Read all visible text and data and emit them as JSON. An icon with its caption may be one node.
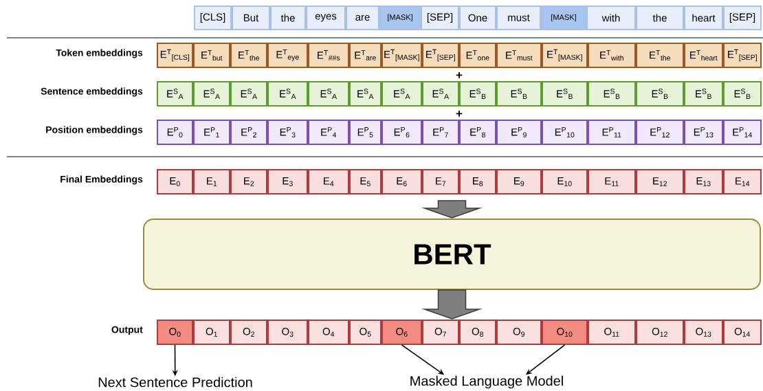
{
  "diagram": {
    "nodes": [
      {
        "text": [
          "[CLS]"
        ]
      },
      {
        "text": [
          "But"
        ]
      },
      {
        "text": [
          "the"
        ]
      },
      {
        "text": [
          "eyes"
        ]
      },
      {
        "text": [
          "are"
        ]
      },
      {
        "text": [
          "[MASK]"
        ]
      },
      {
        "text": [
          "[SEP]"
        ]
      },
      {
        "text": [
          "One"
        ]
      },
      {
        "text": [
          "must"
        ]
      },
      {
        "text": [
          "[MASK]"
        ]
      },
      {
        "text": [
          "with"
        ]
      },
      {
        "text": [
          "the"
        ]
      },
      {
        "text": [
          "heart"
        ]
      },
      {
        "text": [
          "[SEP]"
        ]
      },
      {
        "text": [
          "E$^{T}$$_{[CLS]}$"
        ]
      },
      {
        "text": [
          "E$^{T}$$_{but}$"
        ]
      },
      {
        "text": [
          "E$^{T}$$_{the}$"
        ]
      },
      {
        "text": [
          "E$^{T}$$_{eye}$"
        ]
      },
      {
        "text": [
          "E$^{T}$$_{##s}$"
        ]
      },
      {
        "text": [
          "E$^{T}$$_{are}$"
        ]
      },
      {
        "text": [
          "E$^{T}$$_{[MASK]}$"
        ]
      },
      {
        "text": [
          "E$^{T}$$_{[SEP]}$"
        ]
      },
      {
        "text": [
          "E$^{T}$$_{one}$"
        ]
      },
      {
        "text": [
          "E$^{T}$$_{must}$"
        ]
      },
      {
        "text": [
          "E$^{T}$$_{[MASK]}$"
        ]
      },
      {
        "text": [
          "E$^{T}$$_{with}$"
        ]
      },
      {
        "text": [
          "E$^{T}$$_{the}$"
        ]
      },
      {
        "text": [
          "E$^{T}$$_{heart}$"
        ]
      },
      {
        "text": [
          "E$^{T}$$_{[SEP]}$"
        ]
      },
      {
        "text": [
          "E$^{S}$$_{A}$"
        ]
      },
      {
        "text": [
          "E$^{S}$$_{A}$"
        ]
      },
      {
        "text": [
          "E$^{S}$$_{A}$"
        ]
      },
      {
        "text": [
          "E$^{S}$$_{A}$"
        ]
      },
      {
        "text": [
          "E$^{S}$$_{A}$"
        ]
      },
      {
        "text": [
          "E$^{S}$$_{A}$"
        ]
      },
      {
        "text": [
          "E$^{S}$$_{A}$"
        ]
      },
      {
        "text": [
          "E$^{S}$$_{A}$"
        ]
      },
      {
        "text": [
          "E$^{S}$$_{B}$"
        ]
      },
      {
        "text": [
          "E$^{S}$$_{B}$"
        ]
      },
      {
        "text": [
          "E$^{S}$$_{B}$"
        ]
      },
      {
        "text": [
          "E$^{S}$$_{B}$"
        ]
      },
      {
        "text": [
          "E$^{S}$$_{B}$"
        ]
      },
      {
        "text": [
          "E$^{S}$$_{B}$"
        ]
      },
      {
        "text": [
          "E$^{S}$$_{B}$"
        ]
      },
      {
        "text": [
          "E$^{P}$$_{0}$"
        ]
      },
      {
        "text": [
          "E$^{P}$$_{1}$"
        ]
      },
      {
        "text": [
          "E$^{P}$$_{2}$"
        ]
      },
      {
        "text": [
          "E$^{P}$$_{3}$"
        ]
      },
      {
        "text": [
          "E$^{P}$$_{4}$"
        ]
      },
      {
        "text": [
          "E$^{P}$$_{5}$"
        ]
      },
      {
        "text": [
          "E$^{P}$$_{6}$"
        ]
      },
      {
        "text": [
          "E$^{P}$$_{7}$"
        ]
      },
      {
        "text": [
          "E$^{P}$$_{8}$"
        ]
      },
      {
        "text": [
          "E$^{P}$$_{9}$"
        ]
      },
      {
        "text": [
          "E$^{P}$$_{10}$"
        ]
      },
      {
        "text": [
          "E$^{P}$$_{11}$"
        ]
      },
      {
        "text": [
          "E$^{P}$$_{12}$"
        ]
      },
      {
        "text": [
          "E$^{P}$$_{13}$"
        ]
      },
      {
        "text": [
          "E$^{P}$$_{14}$"
        ]
      },
      {
        "text": [
          "E$_{0}$"
        ]
      },
      {
        "text": [
          "E$_{1}$"
        ]
      },
      {
        "text": [
          "E$_{2}$"
        ]
      },
      {
        "text": [
          "E$_{3}$"
        ]
      },
      {
        "text": [
          "E$_{4}$"
        ]
      },
      {
        "text": [
          "E$_{5}$"
        ]
      },
      {
        "text": [
          "E$_{6}$"
        ]
      },
      {
        "text": [
          "E$_{7}$"
        ]
      },
      {
        "text": [
          "E$_{8}$"
        ]
      },
      {
        "text": [
          "E$_{9}$"
        ]
      },
      {
        "text": [
          "E$_{10}$"
        ]
      },
      {
        "text": [
          "E$_{11}$"
        ]
      },
      {
        "text": [
          "E$_{12}$"
        ]
      },
      {
        "text": [
          "E$_{13}$"
        ]
      },
      {
        "text": [
          "E$_{14}$"
        ]
      },
      {
        "text": [
          "BERT"
        ]
      },
      {
        "text": [
          "O$_{0}$"
        ]
      },
      {
        "text": [
          "O$_{1}$"
        ]
      },
      {
        "text": [
          "O$_{2}$"
        ]
      },
      {
        "text": [
          "O$_{3}$"
        ]
      },
      {
        "text": [
          "O$_{4}$"
        ]
      },
      {
        "text": [
          "O$_{5}$"
        ]
      },
      {
        "text": [
          "O$_{6}$"
        ]
      },
      {
        "text": [
          "O$_{7}$"
        ]
      },
      {
        "text": [
          "O$_{8}$"
        ]
      },
      {
        "text": [
          "O$_{9}$"
        ]
      },
      {
        "text": [
          "O$_{10}$"
        ]
      },
      {
        "text": [
          "O$_{11}$"
        ]
      },
      {
        "text": [
          "O$_{12}$"
        ]
      },
      {
        "text": [
          "O$_{13}$"
        ]
      },
      {
        "text": [
          "O$_{14}$"
        ]
      },
      {
        "text": [
          "Next Sentence Prediction"
        ]
      },
      {
        "text": [
          "Masked Language Model"
        ]
      }
    ],
    "edges": [
      {
        "from": null,
        "to": 74,
        "arrow": "to",
        "style": "thick",
        "color": "#7f7f7f"
      },
      {
        "from": 74,
        "to": 82,
        "arrow": "to",
        "style": "thick",
        "color": "#7f7f7f"
      },
      {
        "from": 75,
        "to": 90,
        "arrow": "to"
      },
      {
        "from": 81,
        "to": 91,
        "arrow": "to"
      },
      {
        "from": 85,
        "to": 91,
        "arrow": "to"
      }
    ],
    "labels": [
      "Token embeddings",
      "+",
      "Sentence embeddings",
      "+",
      "Position embeddings",
      "Final Embeddings",
      "Output"
    ]
  }
}
